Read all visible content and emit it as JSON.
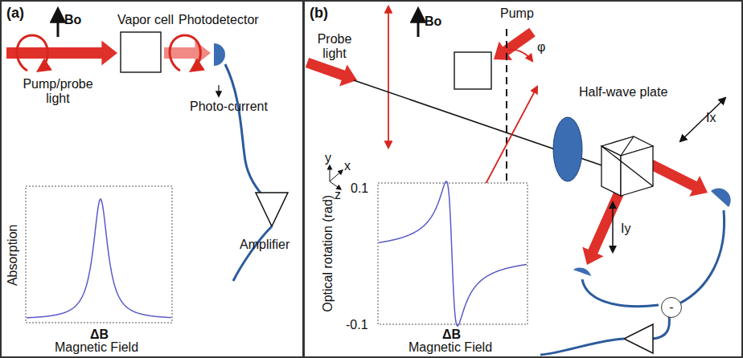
{
  "diagram": {
    "nodes": [
      {
        "text": [
          "(a)"
        ]
      },
      {
        "text": [
          "(b)"
        ]
      },
      {
        "text": [
          "-"
        ],
        "in": 1
      }
    ],
    "labels": [
      "Bo",
      "Vapor cell",
      "Photodetector",
      "Pump/probe light",
      "Photo-current",
      "Amplifier",
      "Absorption",
      "ΔB",
      "Magnetic Field",
      "Bo",
      "Pump",
      "Probe light",
      "φ",
      "Half-wave plate",
      "Ix",
      "Iy",
      "y",
      "x",
      "z",
      "0.1",
      "-0.1",
      "Optical rotation (rad)",
      "ΔB",
      "Magnetic Field"
    ]
  }
}
